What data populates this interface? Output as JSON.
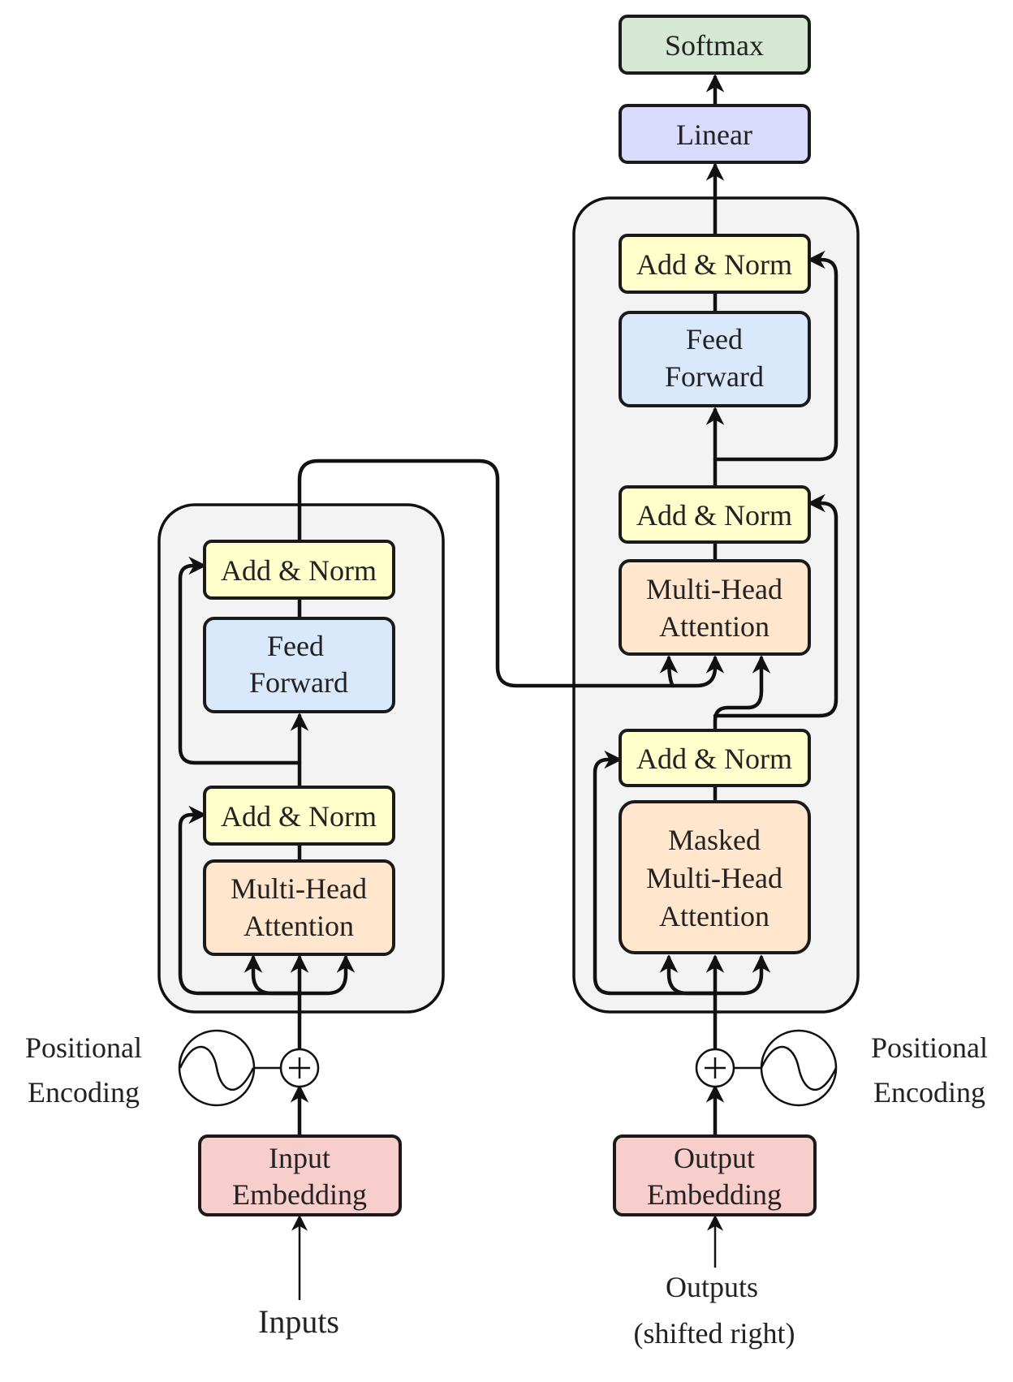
{
  "encoder": {
    "add_norm_top": "Add & Norm",
    "feed_forward": [
      "Feed",
      "Forward"
    ],
    "add_norm_bottom": "Add & Norm",
    "attention": [
      "Multi-Head",
      "Attention"
    ],
    "embedding": [
      "Input",
      "Embedding"
    ],
    "positional_encoding": [
      "Positional",
      "Encoding"
    ],
    "input_label": "Inputs"
  },
  "decoder": {
    "softmax": "Softmax",
    "linear": "Linear",
    "add_norm_top": "Add & Norm",
    "feed_forward": [
      "Feed",
      "Forward"
    ],
    "add_norm_mid": "Add & Norm",
    "attention": [
      "Multi-Head",
      "Attention"
    ],
    "add_norm_bottom": "Add & Norm",
    "masked_attention": [
      "Masked",
      "Multi-Head",
      "Attention"
    ],
    "embedding": [
      "Output",
      "Embedding"
    ],
    "positional_encoding": [
      "Positional",
      "Encoding"
    ],
    "output_label": [
      "Outputs",
      "(shifted right)"
    ]
  },
  "colors": {
    "softmax": "#d5e8d4",
    "linear": "#dadafc",
    "add_norm": "#ffffcc",
    "feed_forward": "#dae8fc",
    "attention": "#ffe6cc",
    "embedding": "#f8cecc",
    "panel": "#f3f3f3"
  }
}
